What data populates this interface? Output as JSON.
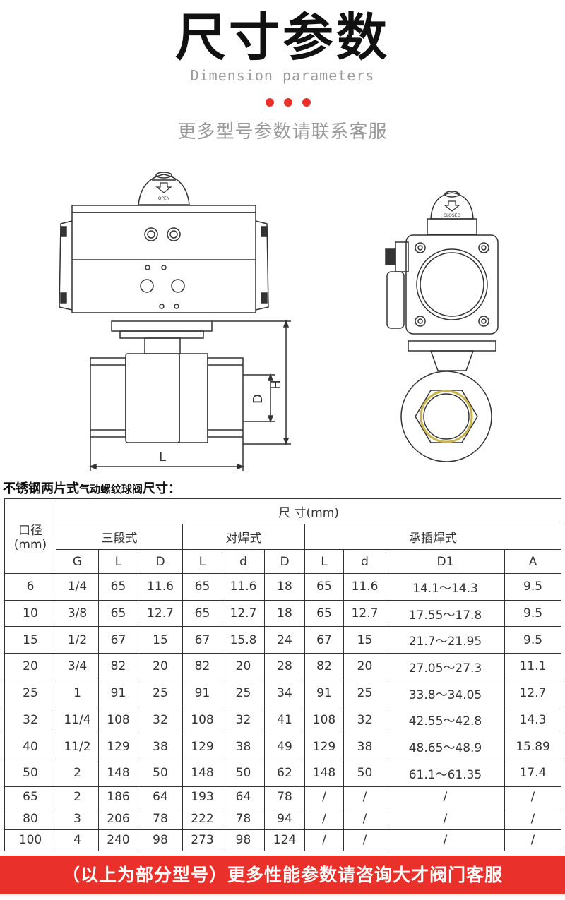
{
  "header": {
    "title": "尺寸参数",
    "subtitle_en": "Dimension parameters",
    "subtitle_cn": "更多型号参数请联系客服",
    "dot_color": "#e9302a"
  },
  "drawing": {
    "open_label": "OPEN",
    "closed_label": "CLOSED",
    "dim_L": "L",
    "dim_D": "D",
    "dim_H": "H"
  },
  "section_title": {
    "main": "不锈钢两片式",
    "small": "气动螺纹球阀",
    "end": "尺寸："
  },
  "table": {
    "col_caliber": "口径",
    "col_caliber_unit": "(mm)",
    "size_header": "尺 寸(mm)",
    "groups": [
      "三段式",
      "对焊式",
      "承插焊式"
    ],
    "subheaders": [
      "G",
      "L",
      "D",
      "L",
      "d",
      "D",
      "L",
      "d",
      "D1",
      "A"
    ],
    "rows": [
      [
        "6",
        "1/4",
        "65",
        "11.6",
        "65",
        "11.6",
        "18",
        "65",
        "11.6",
        "14.1～14.3",
        "9.5"
      ],
      [
        "10",
        "3/8",
        "65",
        "12.7",
        "65",
        "12.7",
        "18",
        "65",
        "12.7",
        "17.55～17.8",
        "9.5"
      ],
      [
        "15",
        "1/2",
        "67",
        "15",
        "67",
        "15.8",
        "24",
        "67",
        "15",
        "21.7～21.95",
        "9.5"
      ],
      [
        "20",
        "3/4",
        "82",
        "20",
        "82",
        "20",
        "28",
        "82",
        "20",
        "27.05～27.3",
        "11.1"
      ],
      [
        "25",
        "1",
        "91",
        "25",
        "91",
        "25",
        "34",
        "91",
        "25",
        "33.8～34.05",
        "12.7"
      ],
      [
        "32",
        "11/4",
        "108",
        "32",
        "108",
        "32",
        "41",
        "108",
        "32",
        "42.55～42.8",
        "14.3"
      ],
      [
        "40",
        "11/2",
        "129",
        "38",
        "129",
        "38",
        "49",
        "129",
        "38",
        "48.65～48.9",
        "15.89"
      ],
      [
        "50",
        "2",
        "148",
        "50",
        "148",
        "50",
        "62",
        "148",
        "50",
        "61.1～61.35",
        "17.4"
      ],
      [
        "65",
        "2",
        "186",
        "64",
        "193",
        "64",
        "78",
        "/",
        "/",
        "/",
        "/"
      ],
      [
        "80",
        "3",
        "206",
        "78",
        "222",
        "78",
        "94",
        "/",
        "/",
        "/",
        "/"
      ],
      [
        "100",
        "4",
        "240",
        "98",
        "273",
        "98",
        "124",
        "/",
        "/",
        "/",
        "/"
      ]
    ]
  },
  "banner": {
    "text": "（以上为部分型号）更多性能参数请咨询大才阀门客服",
    "color": "#e9302a"
  }
}
